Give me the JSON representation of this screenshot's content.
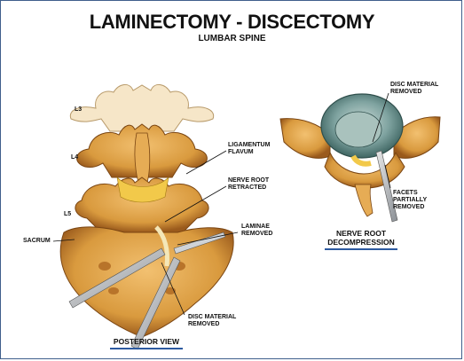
{
  "title": "LAMINECTOMY - DISCECTOMY",
  "subtitle": "LUMBAR SPINE",
  "posterior": {
    "caption": "POSTERIOR VIEW",
    "levels": [
      "L3",
      "L4",
      "L5"
    ],
    "sacrum": "SACRUM",
    "labels": {
      "ligamentum": "LIGAMENTUM\nFLAVUM",
      "nerve_retracted": "NERVE ROOT\nRETRACTED",
      "laminae": "LAMINAE\nREMOVED",
      "disc": "DISC MATERIAL\nREMOVED"
    }
  },
  "axial": {
    "caption": "NERVE ROOT\nDECOMPRESSION",
    "labels": {
      "disc": "DISC MATERIAL\nREMOVED",
      "facets": "FACETS\nPARTIALLY\nREMOVED"
    }
  },
  "colors": {
    "bone": "#d99a3e",
    "bone_dark": "#9a5a1c",
    "disc": "#7fa3a0",
    "accent": "#2c5aa0"
  }
}
